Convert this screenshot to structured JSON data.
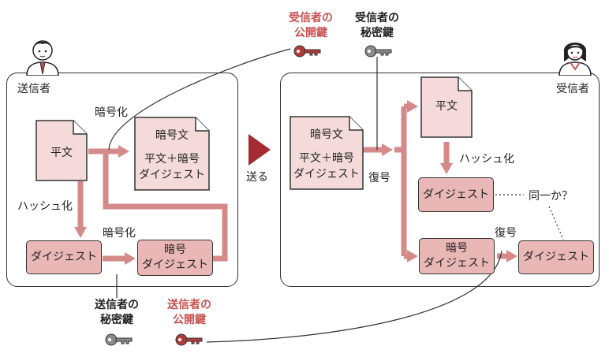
{
  "sender_panel": {
    "label": "送信者"
  },
  "receiver_panel": {
    "label": "受信者"
  },
  "sender_side": {
    "plaintext": "平文",
    "encrypt_label": "暗号化",
    "ciphertext": {
      "title": "暗号文",
      "line1": "平文＋暗号",
      "line2": "ダイジェスト"
    },
    "hash_label": "ハッシュ化",
    "digest": "ダイジェスト",
    "sign_label": "暗号化",
    "encrypted_digest": {
      "line1": "暗号",
      "line2": "ダイジェスト"
    },
    "private_key": {
      "line1": "送信者の",
      "line2": "秘密鍵"
    },
    "public_key": {
      "line1": "送信者の",
      "line2": "公開鍵"
    }
  },
  "send_label": "送る",
  "receiver_side": {
    "ciphertext": {
      "title": "暗号文",
      "line1": "平文＋暗号",
      "line2": "ダイジェスト"
    },
    "decrypt_label": "復号",
    "plaintext": "平文",
    "hash_label": "ハッシュ化",
    "digest": "ダイジェスト",
    "compare_label": "同一か？",
    "encrypted_digest": {
      "line1": "暗号",
      "line2": "ダイジェスト"
    },
    "verify_label": "復号",
    "decrypted_digest": "ダイジェスト",
    "public_key": {
      "line1": "受信者の",
      "line2": "公開鍵"
    },
    "private_key": {
      "line1": "受信者の",
      "line2": "秘密鍵"
    }
  },
  "colors": {
    "accent": "#c9504f",
    "box_fill": "#eab7b7",
    "doc_fill": "#f4dada",
    "arrow": "#d48a88",
    "key_gray": "#8a8a8a",
    "key_red": "#b33b3a"
  }
}
